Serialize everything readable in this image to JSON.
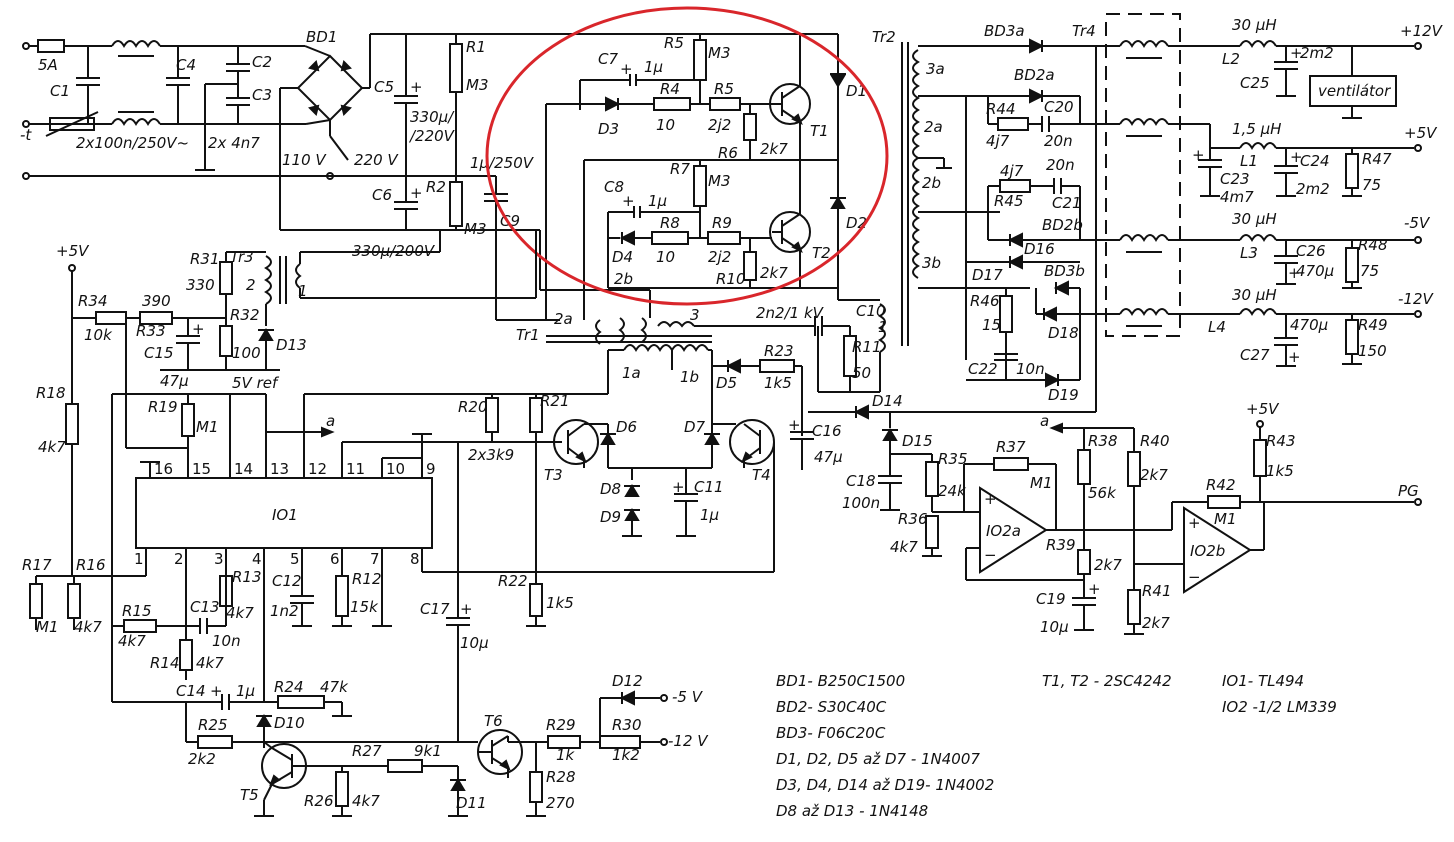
{
  "power_outputs": [
    "+12V",
    "+5V",
    "-5V",
    "-12V",
    "PG"
  ],
  "supply_rails": {
    "+5V_left": "+5V",
    "+5V_right": "+5V",
    "minus5": "-5 V",
    "minus12": "-12 V",
    "vref": "5V ref"
  },
  "mains": {
    "fuse": "5A",
    "C1": "C1",
    "C4": "C4",
    "C2": "C2",
    "C3": "C3",
    "emi_caps": "2x100n/250V~",
    "y_caps": "2x 4n7",
    "ntc": "-t",
    "bd1": "BD1",
    "sel_110": "110 V",
    "sel_220": "220 V",
    "C5": "C5",
    "C6": "C6",
    "C5_val": "330μ/",
    "C5_val2": "/220V",
    "C6_val": "330μ/200V",
    "R1": "R1",
    "R1_val": "M3",
    "R2": "R2",
    "R2_val": "M3",
    "C9": "C9",
    "C9_val": "1μ/250V"
  },
  "driver": {
    "C7": "C7",
    "C7_val": "1μ",
    "R5a": "R5",
    "R5a_val": "M3",
    "R4": "R4",
    "R4_val": "10",
    "R5b": "R5",
    "R5b_val": "2j2",
    "D3": "D3",
    "R6": "R6",
    "R6_val": "2k7",
    "T1": "T1",
    "D1": "D1",
    "C8": "C8",
    "C8_val": "1μ",
    "R7": "R7",
    "R7_val": "M3",
    "R8": "R8",
    "R8_val": "10",
    "R9": "R9",
    "R9_val": "2j2",
    "D4": "D4",
    "R10": "R10",
    "R10_val": "2k7",
    "T2": "T2",
    "D2": "D2",
    "w2b": "2b",
    "w2a": "2a",
    "w3": "3",
    "Tr1": "Tr1",
    "C10": "C10",
    "C10_val": "2n2/1 kV",
    "R11": "R11",
    "R11_val": "50",
    "w1": "1"
  },
  "tr2_section": {
    "Tr2": "Tr2",
    "w3a": "3a",
    "w2a": "2a",
    "w2b": "2b",
    "w3b": "3b",
    "BD3a": "BD3a",
    "BD2a": "BD2a",
    "Tr4": "Tr4",
    "R44": "R44",
    "R44_val": "4j7",
    "C20": "C20",
    "C20_val": "20n",
    "R45": "R45",
    "R45_val": "4j7",
    "C21": "C21",
    "C21_val": "20n",
    "BD2b": "BD2b",
    "D16": "D16",
    "D17": "D17",
    "BD3b": "BD3b",
    "R46": "R46",
    "R46_val": "15",
    "C22": "C22",
    "C22_val": "10n",
    "D18": "D18",
    "D19": "D19",
    "L2": "L2",
    "L2_val": "30 μH",
    "C25": "C25",
    "C25_val": "2m2",
    "fan": "ventilátor",
    "L1": "L1",
    "L1_val": "1,5 μH",
    "C23": "C23",
    "C23_val": "4m7",
    "C24": "C24",
    "C24_val": "2m2",
    "R47": "R47",
    "R47_val": "75",
    "L3": "L3",
    "L3_val": "30 μH",
    "C26": "C26",
    "C26_val": "470μ",
    "R48": "R48",
    "R48_val": "75",
    "L4": "L4",
    "L4_val": "30 μH",
    "C27": "C27",
    "C27_val": "470μ",
    "R49": "R49",
    "R49_val": "150"
  },
  "control": {
    "R31": "R31",
    "R31_val": "330",
    "Tr3": "Tr3",
    "R32": "R32",
    "R32_val": "100",
    "D13": "D13",
    "R34": "R34",
    "R34_val": "10k",
    "R33": "R33",
    "R33_val": "390",
    "C15": "C15",
    "C15_val": "47μ",
    "R18": "R18",
    "R18_val": "4k7",
    "R19": "R19",
    "R19_val": "M1",
    "IO1": "IO1",
    "pins_top": [
      "16",
      "15",
      "14",
      "13",
      "12",
      "11",
      "10",
      "9"
    ],
    "pins_bottom": [
      "1",
      "2",
      "3",
      "4",
      "5",
      "6",
      "7",
      "8"
    ],
    "net_a": "a",
    "R20": "R20",
    "R20_val": "2x3k9",
    "R21": "R21",
    "T3": "T3",
    "D6": "D6",
    "D7": "D7",
    "T4": "T4",
    "w1a": "1a",
    "w1b": "1b",
    "D5": "D5",
    "R23": "R23",
    "R23_val": "1k5",
    "C16": "C16",
    "C16_val": "47μ",
    "D8": "D8",
    "D9": "D9",
    "C11": "C11",
    "C11_val": "1μ",
    "R22": "R22",
    "R22_val": "1k5",
    "R17": "R17",
    "R17_val": "M1",
    "R16": "R16",
    "R16_val": "4k7",
    "R15": "R15",
    "R15_val": "4k7",
    "C13": "C13",
    "C13_val": "10n",
    "R14": "R14",
    "R14_val": "4k7",
    "R13": "R13",
    "R13_val": "4k7",
    "C12": "C12",
    "C12_val": "1n2",
    "R12": "R12",
    "R12_val": "15k",
    "C17": "C17",
    "C17_val": "10μ",
    "C14": "C14",
    "C14_val": "1μ",
    "R24": "R24",
    "R24_val": "47k",
    "D10": "D10",
    "R25": "R25",
    "R25_val": "2k2",
    "T5": "T5",
    "R26": "R26",
    "R26_val": "4k7",
    "R27": "R27",
    "R27_val": "9k1",
    "D11": "D11",
    "T6": "T6",
    "R28": "R28",
    "R28_val": "270",
    "R29": "R29",
    "R29_val": "1k",
    "R30": "R30",
    "R30_val": "1k2",
    "D12": "D12"
  },
  "pg": {
    "D14": "D14",
    "D15": "D15",
    "C18": "C18",
    "C18_val": "100n",
    "R35": "R35",
    "R35_val": "24k",
    "R36": "R36",
    "R36_val": "4k7",
    "R37": "R37",
    "R37_val": "M1",
    "IO2a": "IO2a",
    "R38": "R38",
    "R38_val": "56k",
    "R39": "R39",
    "R39_val": "2k7",
    "C19": "C19",
    "C19_val": "10μ",
    "R40": "R40",
    "R40_val": "2k7",
    "R41": "R41",
    "R41_val": "2k7",
    "R42": "R42",
    "R42_val": "M1",
    "IO2b": "IO2b",
    "R43": "R43",
    "R43_val": "1k5"
  },
  "parts_list": [
    "BD1- B250C1500",
    "BD2- S30C40C",
    "BD3- F06C20C",
    "D1, D2, D5 až D7 - 1N4007",
    "D3, D4, D14 až D19- 1N4002",
    "D8 až D13 - 1N4148"
  ],
  "parts_list_right": [
    "T1, T2 - 2SC4242",
    "IO1- TL494",
    "IO2 -1/2 LM339"
  ],
  "colors": {
    "ink": "#111111",
    "highlight": "#d9262b",
    "paper": "#ffffff"
  }
}
